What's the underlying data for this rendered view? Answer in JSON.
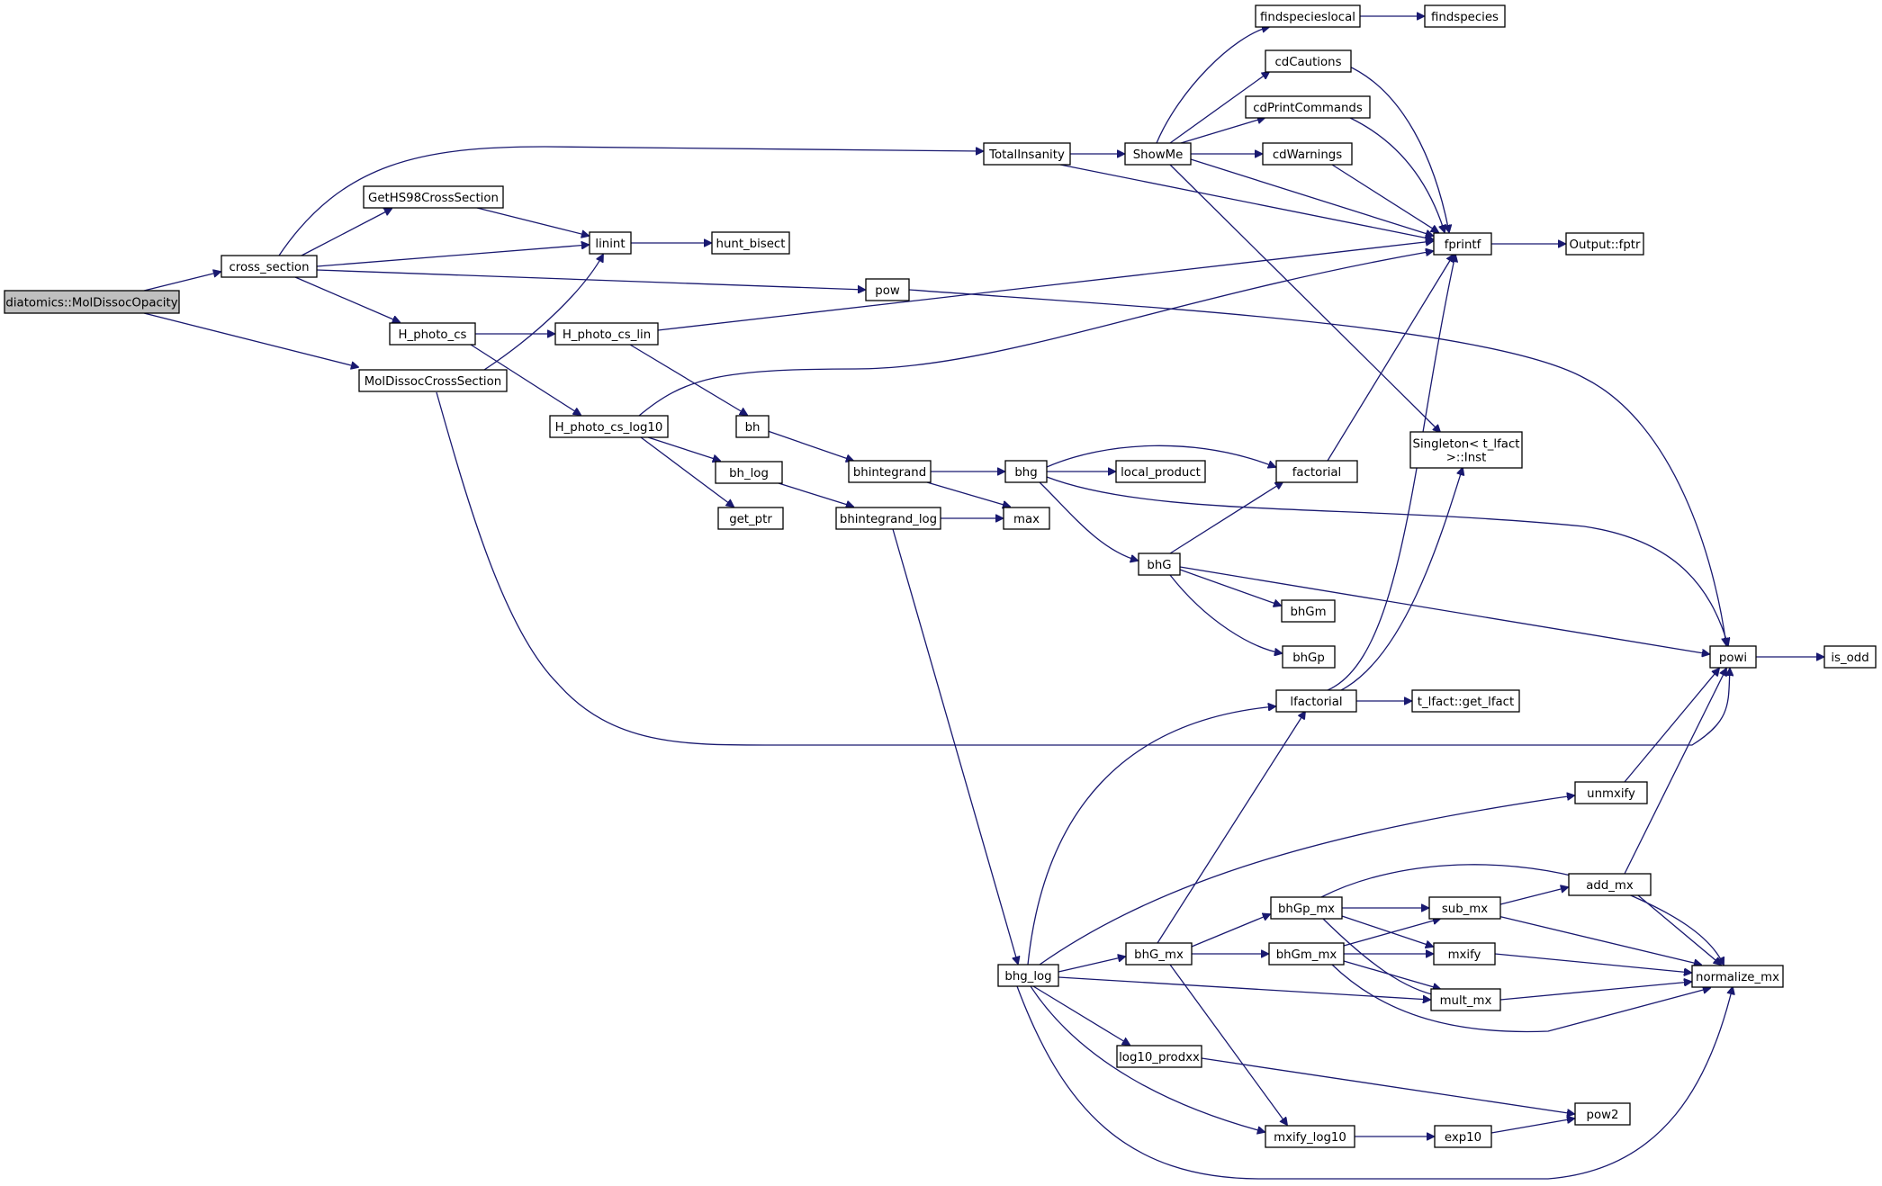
{
  "diagram": {
    "type": "call-graph",
    "colors": {
      "edge": "#191970",
      "root_fill": "#bfbfbf",
      "node_fill": "#ffffff",
      "border": "#000000"
    },
    "nodes": [
      {
        "id": "MolDissocOpacity",
        "lines": [
          "diatomics::MolDissocOpacity"
        ],
        "root": true
      },
      {
        "id": "cross_section",
        "lines": [
          "cross_section"
        ]
      },
      {
        "id": "MolDissocCrossSection",
        "lines": [
          "MolDissocCrossSection"
        ]
      },
      {
        "id": "GetHS98CrossSection",
        "lines": [
          "GetHS98CrossSection"
        ]
      },
      {
        "id": "H_photo_cs",
        "lines": [
          "H_photo_cs"
        ]
      },
      {
        "id": "H_photo_cs_lin",
        "lines": [
          "H_photo_cs_lin"
        ]
      },
      {
        "id": "H_photo_cs_log10",
        "lines": [
          "H_photo_cs_log10"
        ]
      },
      {
        "id": "linint",
        "lines": [
          "linint"
        ]
      },
      {
        "id": "hunt_bisect",
        "lines": [
          "hunt_bisect"
        ]
      },
      {
        "id": "pow",
        "lines": [
          "pow"
        ]
      },
      {
        "id": "TotalInsanity",
        "lines": [
          "TotalInsanity"
        ]
      },
      {
        "id": "ShowMe",
        "lines": [
          "ShowMe"
        ]
      },
      {
        "id": "findspecieslocal",
        "lines": [
          "findspecieslocal"
        ]
      },
      {
        "id": "findspecies",
        "lines": [
          "findspecies"
        ]
      },
      {
        "id": "cdCautions",
        "lines": [
          "cdCautions"
        ]
      },
      {
        "id": "cdPrintCommands",
        "lines": [
          "cdPrintCommands"
        ]
      },
      {
        "id": "cdWarnings",
        "lines": [
          "cdWarnings"
        ]
      },
      {
        "id": "fprintf",
        "lines": [
          "fprintf"
        ]
      },
      {
        "id": "Output_fptr",
        "lines": [
          "Output::fptr"
        ]
      },
      {
        "id": "Singleton_Inst",
        "lines": [
          "Singleton< t_lfact",
          ">::Inst"
        ]
      },
      {
        "id": "bh",
        "lines": [
          "bh"
        ]
      },
      {
        "id": "bh_log",
        "lines": [
          "bh_log"
        ]
      },
      {
        "id": "get_ptr",
        "lines": [
          "get_ptr"
        ]
      },
      {
        "id": "bhintegrand",
        "lines": [
          "bhintegrand"
        ]
      },
      {
        "id": "bhintegrand_log",
        "lines": [
          "bhintegrand_log"
        ]
      },
      {
        "id": "bhg",
        "lines": [
          "bhg"
        ]
      },
      {
        "id": "max",
        "lines": [
          "max"
        ]
      },
      {
        "id": "local_product",
        "lines": [
          "local_product"
        ]
      },
      {
        "id": "factorial",
        "lines": [
          "factorial"
        ]
      },
      {
        "id": "bhG",
        "lines": [
          "bhG"
        ]
      },
      {
        "id": "bhGm",
        "lines": [
          "bhGm"
        ]
      },
      {
        "id": "bhGp",
        "lines": [
          "bhGp"
        ]
      },
      {
        "id": "powi",
        "lines": [
          "powi"
        ]
      },
      {
        "id": "is_odd",
        "lines": [
          "is_odd"
        ]
      },
      {
        "id": "lfactorial",
        "lines": [
          "lfactorial"
        ]
      },
      {
        "id": "get_lfact",
        "lines": [
          "t_lfact::get_lfact"
        ]
      },
      {
        "id": "unmxify",
        "lines": [
          "unmxify"
        ]
      },
      {
        "id": "add_mx",
        "lines": [
          "add_mx"
        ]
      },
      {
        "id": "bhGp_mx",
        "lines": [
          "bhGp_mx"
        ]
      },
      {
        "id": "sub_mx",
        "lines": [
          "sub_mx"
        ]
      },
      {
        "id": "bhg_log",
        "lines": [
          "bhg_log"
        ]
      },
      {
        "id": "bhG_mx",
        "lines": [
          "bhG_mx"
        ]
      },
      {
        "id": "bhGm_mx",
        "lines": [
          "bhGm_mx"
        ]
      },
      {
        "id": "mxify",
        "lines": [
          "mxify"
        ]
      },
      {
        "id": "normalize_mx",
        "lines": [
          "normalize_mx"
        ]
      },
      {
        "id": "mult_mx",
        "lines": [
          "mult_mx"
        ]
      },
      {
        "id": "log10_prodxx",
        "lines": [
          "log10_prodxx"
        ]
      },
      {
        "id": "mxify_log10",
        "lines": [
          "mxify_log10"
        ]
      },
      {
        "id": "exp10",
        "lines": [
          "exp10"
        ]
      },
      {
        "id": "pow2",
        "lines": [
          "pow2"
        ]
      }
    ],
    "edges": [
      [
        "MolDissocOpacity",
        "cross_section"
      ],
      [
        "MolDissocOpacity",
        "MolDissocCrossSection"
      ],
      [
        "cross_section",
        "TotalInsanity"
      ],
      [
        "cross_section",
        "GetHS98CrossSection"
      ],
      [
        "cross_section",
        "linint"
      ],
      [
        "cross_section",
        "pow"
      ],
      [
        "cross_section",
        "H_photo_cs"
      ],
      [
        "GetHS98CrossSection",
        "linint"
      ],
      [
        "linint",
        "hunt_bisect"
      ],
      [
        "H_photo_cs",
        "H_photo_cs_lin"
      ],
      [
        "H_photo_cs",
        "H_photo_cs_log10"
      ],
      [
        "H_photo_cs_lin",
        "fprintf"
      ],
      [
        "H_photo_cs_lin",
        "bh"
      ],
      [
        "MolDissocCrossSection",
        "linint"
      ],
      [
        "MolDissocCrossSection",
        "powi"
      ],
      [
        "H_photo_cs_log10",
        "fprintf"
      ],
      [
        "H_photo_cs_log10",
        "bh_log"
      ],
      [
        "H_photo_cs_log10",
        "get_ptr"
      ],
      [
        "pow",
        "powi"
      ],
      [
        "TotalInsanity",
        "ShowMe"
      ],
      [
        "TotalInsanity",
        "fprintf"
      ],
      [
        "ShowMe",
        "findspecieslocal"
      ],
      [
        "ShowMe",
        "cdCautions"
      ],
      [
        "ShowMe",
        "cdPrintCommands"
      ],
      [
        "ShowMe",
        "cdWarnings"
      ],
      [
        "ShowMe",
        "fprintf"
      ],
      [
        "ShowMe",
        "Singleton_Inst"
      ],
      [
        "findspecieslocal",
        "findspecies"
      ],
      [
        "cdCautions",
        "fprintf"
      ],
      [
        "cdPrintCommands",
        "fprintf"
      ],
      [
        "cdWarnings",
        "fprintf"
      ],
      [
        "fprintf",
        "Output_fptr"
      ],
      [
        "bh",
        "bhintegrand"
      ],
      [
        "bh_log",
        "bhintegrand_log"
      ],
      [
        "bhintegrand",
        "bhg"
      ],
      [
        "bhintegrand",
        "max"
      ],
      [
        "bhintegrand_log",
        "max"
      ],
      [
        "bhintegrand_log",
        "bhg_log"
      ],
      [
        "bhg",
        "local_product"
      ],
      [
        "bhg",
        "factorial"
      ],
      [
        "bhg",
        "bhG"
      ],
      [
        "bhg",
        "powi"
      ],
      [
        "factorial",
        "fprintf"
      ],
      [
        "bhG",
        "factorial"
      ],
      [
        "bhG",
        "bhGm"
      ],
      [
        "bhG",
        "bhGp"
      ],
      [
        "bhG",
        "powi"
      ],
      [
        "powi",
        "is_odd"
      ],
      [
        "lfactorial",
        "fprintf"
      ],
      [
        "lfactorial",
        "Singleton_Inst"
      ],
      [
        "lfactorial",
        "get_lfact"
      ],
      [
        "unmxify",
        "powi"
      ],
      [
        "add_mx",
        "powi"
      ],
      [
        "add_mx",
        "normalize_mx"
      ],
      [
        "bhg_log",
        "lfactorial"
      ],
      [
        "bhg_log",
        "unmxify"
      ],
      [
        "bhg_log",
        "bhG_mx"
      ],
      [
        "bhg_log",
        "mult_mx"
      ],
      [
        "bhg_log",
        "log10_prodxx"
      ],
      [
        "bhg_log",
        "mxify_log10"
      ],
      [
        "bhg_log",
        "normalize_mx"
      ],
      [
        "bhG_mx",
        "lfactorial"
      ],
      [
        "bhG_mx",
        "bhGp_mx"
      ],
      [
        "bhG_mx",
        "bhGm_mx"
      ],
      [
        "bhG_mx",
        "mxify_log10"
      ],
      [
        "bhGp_mx",
        "normalize_mx"
      ],
      [
        "bhGp_mx",
        "sub_mx"
      ],
      [
        "bhGp_mx",
        "mxify"
      ],
      [
        "bhGp_mx",
        "mult_mx"
      ],
      [
        "bhGm_mx",
        "sub_mx"
      ],
      [
        "bhGm_mx",
        "mxify"
      ],
      [
        "bhGm_mx",
        "mult_mx"
      ],
      [
        "bhGm_mx",
        "normalize_mx"
      ],
      [
        "sub_mx",
        "add_mx"
      ],
      [
        "sub_mx",
        "normalize_mx"
      ],
      [
        "mxify",
        "normalize_mx"
      ],
      [
        "mult_mx",
        "normalize_mx"
      ],
      [
        "log10_prodxx",
        "pow2"
      ],
      [
        "mxify_log10",
        "exp10"
      ],
      [
        "exp10",
        "pow2"
      ]
    ]
  }
}
